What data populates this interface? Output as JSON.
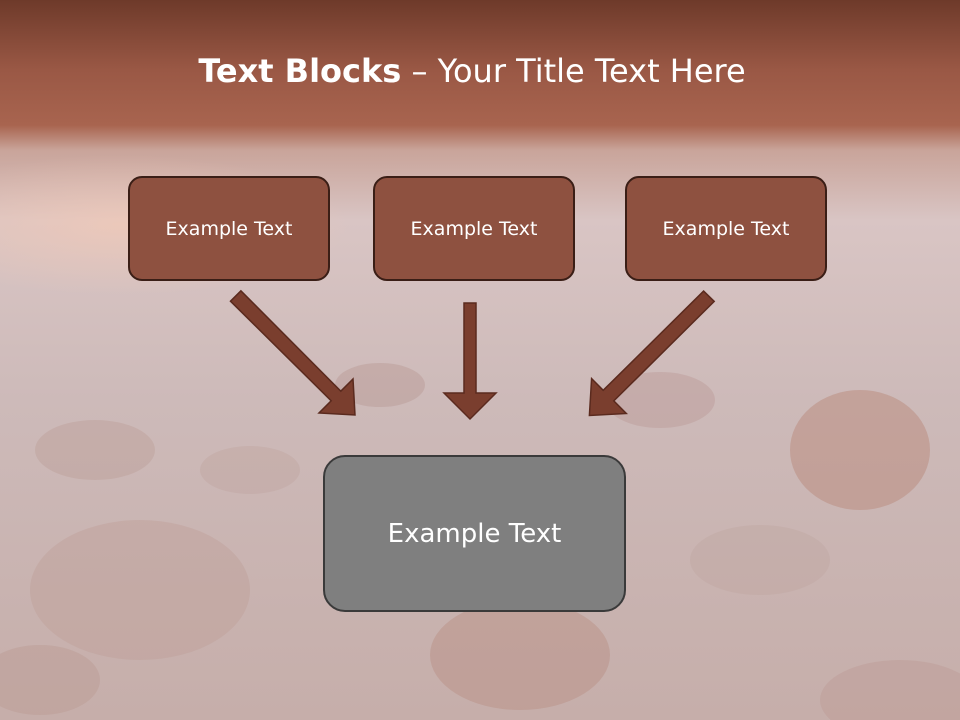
{
  "title": {
    "bold": "Text Blocks",
    "dash": "–",
    "rest": "Your Title Text Here"
  },
  "blocks": [
    {
      "label": "Example Text"
    },
    {
      "label": "Example Text"
    },
    {
      "label": "Example Text"
    }
  ],
  "target": {
    "label": "Example Text"
  },
  "colors": {
    "block_fill": "#8e5140",
    "target_fill": "#7f7f7f",
    "arrow": "#7a3e2e",
    "header": "#8a4a38"
  }
}
